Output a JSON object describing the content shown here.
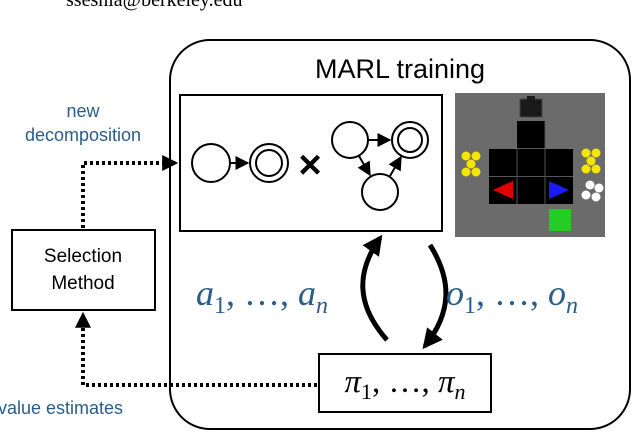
{
  "header": {
    "email_fragment": "ssesnia@berkeley.edu"
  },
  "marl_box": {
    "title": "MARL training"
  },
  "selection_box": {
    "line1": "Selection",
    "line2": "Method"
  },
  "labels": {
    "new_decomposition_line1": "new",
    "new_decomposition_line2": "decomposition",
    "value_estimates": "value estimates"
  },
  "math": {
    "actions": {
      "a": "a",
      "one": "1",
      "sep": ", …, ",
      "n": "n"
    },
    "observations": {
      "o": "o",
      "one": "1",
      "sep": ", …, ",
      "n": "n"
    },
    "policies": {
      "pi": "π",
      "one": "1",
      "sep": ", …, ",
      "n": "n"
    }
  },
  "product_symbol": "×",
  "colors": {
    "math_text": "#2a5d8a",
    "label_text": "#2a5d8a",
    "grid_bg": "#6b6b6b",
    "grid_cell": "#000000",
    "agent_red": "#e00000",
    "agent_blue": "#1a1aff",
    "goal_green": "#22cc22",
    "yellow_dot": "#f5e600",
    "white_dot": "#ffffff"
  }
}
